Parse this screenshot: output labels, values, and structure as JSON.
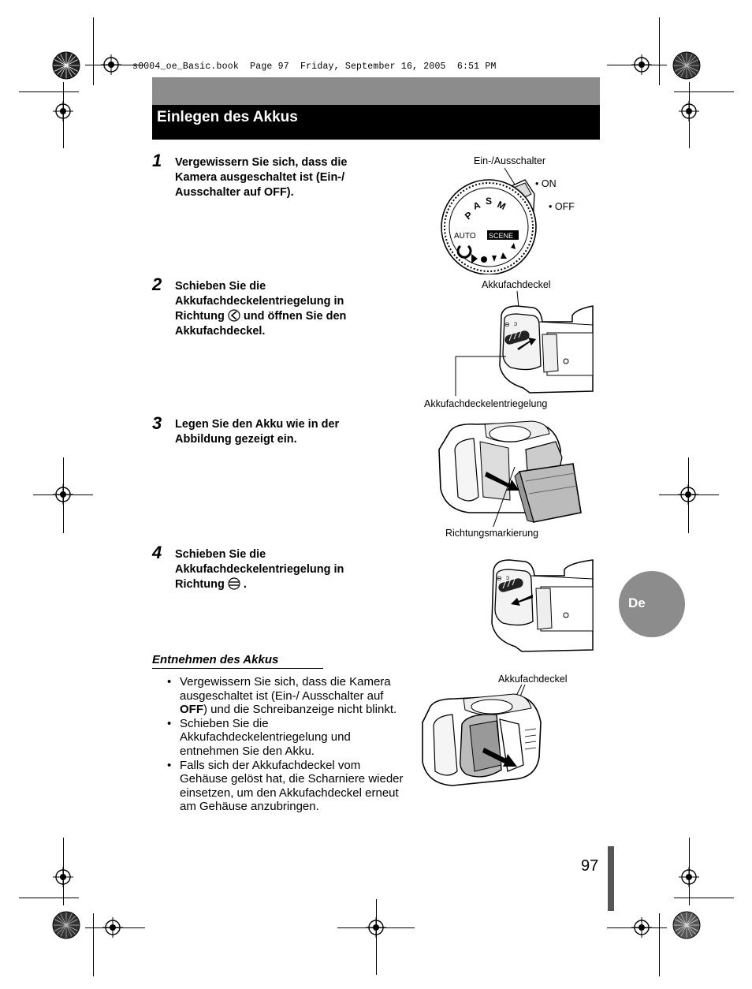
{
  "header": {
    "book_line": "s0004_oe_Basic.book  Page 97  Friday, September 16, 2005  6:51 PM"
  },
  "section": {
    "title": "Einlegen des Akkus"
  },
  "steps": [
    {
      "number": "1",
      "text": "Vergewissern Sie sich, dass die Kamera ausgeschaltet ist (Ein-/ Ausschalter auf OFF)."
    },
    {
      "number": "2",
      "text_before": "Schieben Sie die Akkufachdeckelentriegelung in Richtung",
      "text_after": "und öffnen Sie den Akkufachdeckel."
    },
    {
      "number": "3",
      "text": "Legen Sie den Akku wie in der Abbildung gezeigt ein."
    },
    {
      "number": "4",
      "text_before": "Schieben Sie die Akkufachdeckelentriegelung in Richtung",
      "text_after": "."
    }
  ],
  "figures": {
    "dial": {
      "label_switch": "Ein-/Ausschalter",
      "label_on": "ON",
      "label_off": "OFF",
      "mode_auto": "AUTO",
      "mode_scene": "SCENE",
      "mode_letters": [
        "P",
        "A",
        "S",
        "M"
      ]
    },
    "cover_open": {
      "label_cover": "Akkufachdeckel",
      "label_latch": "Akkufachdeckelentriegelung"
    },
    "insert": {
      "label_mark": "Richtungsmarkierung"
    },
    "remove": {
      "label_cover": "Akkufachdeckel"
    }
  },
  "removal": {
    "title": "Entnehmen des Akkus",
    "bullets": [
      {
        "pre": "Vergewissern Sie sich, dass die Kamera ausgeschaltet ist (Ein-/ Ausschalter auf ",
        "bold": "OFF",
        "post": ") und die Schreibanzeige nicht blinkt."
      },
      {
        "text": "Schieben Sie die Akkufachdeckelentriegelung und entnehmen Sie den Akku."
      },
      {
        "text": "Falls sich der Akkufachdeckel vom Gehäuse gelöst hat, die Scharniere wieder einsetzen, um den Akkufachdeckel erneut am Gehäuse anzubringen."
      }
    ]
  },
  "footer": {
    "language_tab": "De",
    "page_number": "97"
  }
}
